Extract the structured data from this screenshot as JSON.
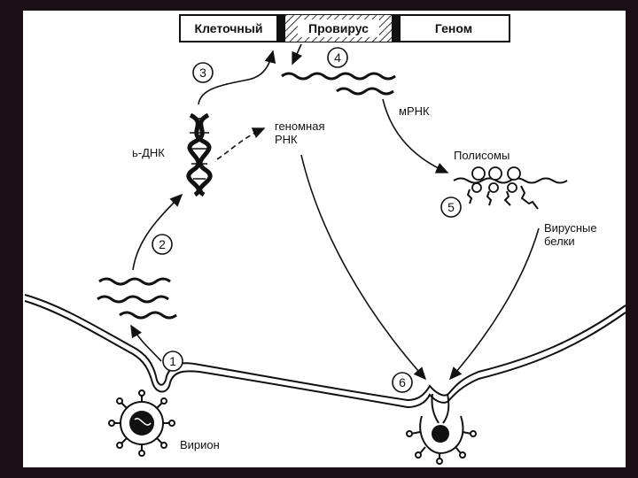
{
  "genome_bar": {
    "cellular": "Клеточный",
    "provirus": "Провирус",
    "genome": "Геном"
  },
  "steps": [
    "1",
    "2",
    "3",
    "4",
    "5",
    "6"
  ],
  "labels": {
    "dsdna": "ь-ДНК",
    "genomic_rna_1": "геномная",
    "genomic_rna_2": "РНК",
    "mrna": "мРНК",
    "polysomes": "Полисомы",
    "viral_proteins_1": "Вирусные",
    "viral_proteins_2": "белки",
    "virion": "Вирион"
  },
  "colors": {
    "outer_background": "#1a0f14",
    "panel": "#ffffff",
    "ink": "#111111"
  }
}
